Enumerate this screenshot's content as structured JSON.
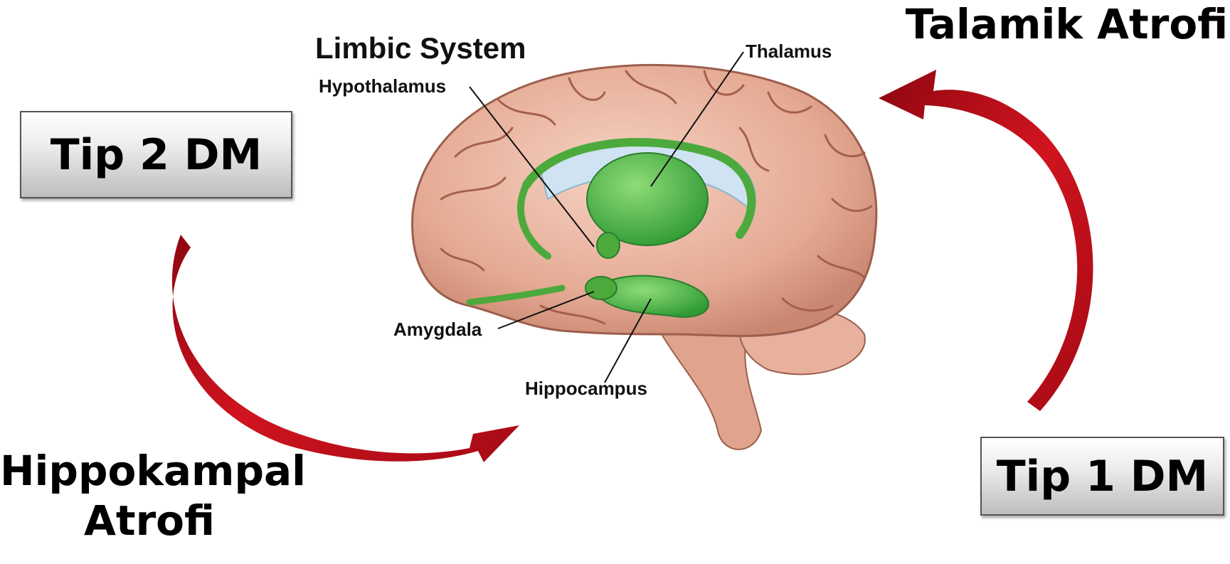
{
  "boxes": {
    "type2": "Tip 2 DM",
    "type1": "Tip 1 DM"
  },
  "outcomes": {
    "talamik": "Talamik Atrofi",
    "hippokampal_line1": "Hippokampal",
    "hippokampal_line2": "Atrofi"
  },
  "diagram": {
    "title": "Limbic System",
    "labels": {
      "thalamus": "Thalamus",
      "hypothalamus": "Hypothalamus",
      "amygdala": "Amygdala",
      "hippocampus": "Hippocampus"
    }
  },
  "colors": {
    "arrow": "#c8101c",
    "limbic_green": "#4caa3c",
    "brain_tissue": "#e2a48e"
  },
  "icons": [
    "brain-illustration",
    "curved-arrow-icon"
  ]
}
